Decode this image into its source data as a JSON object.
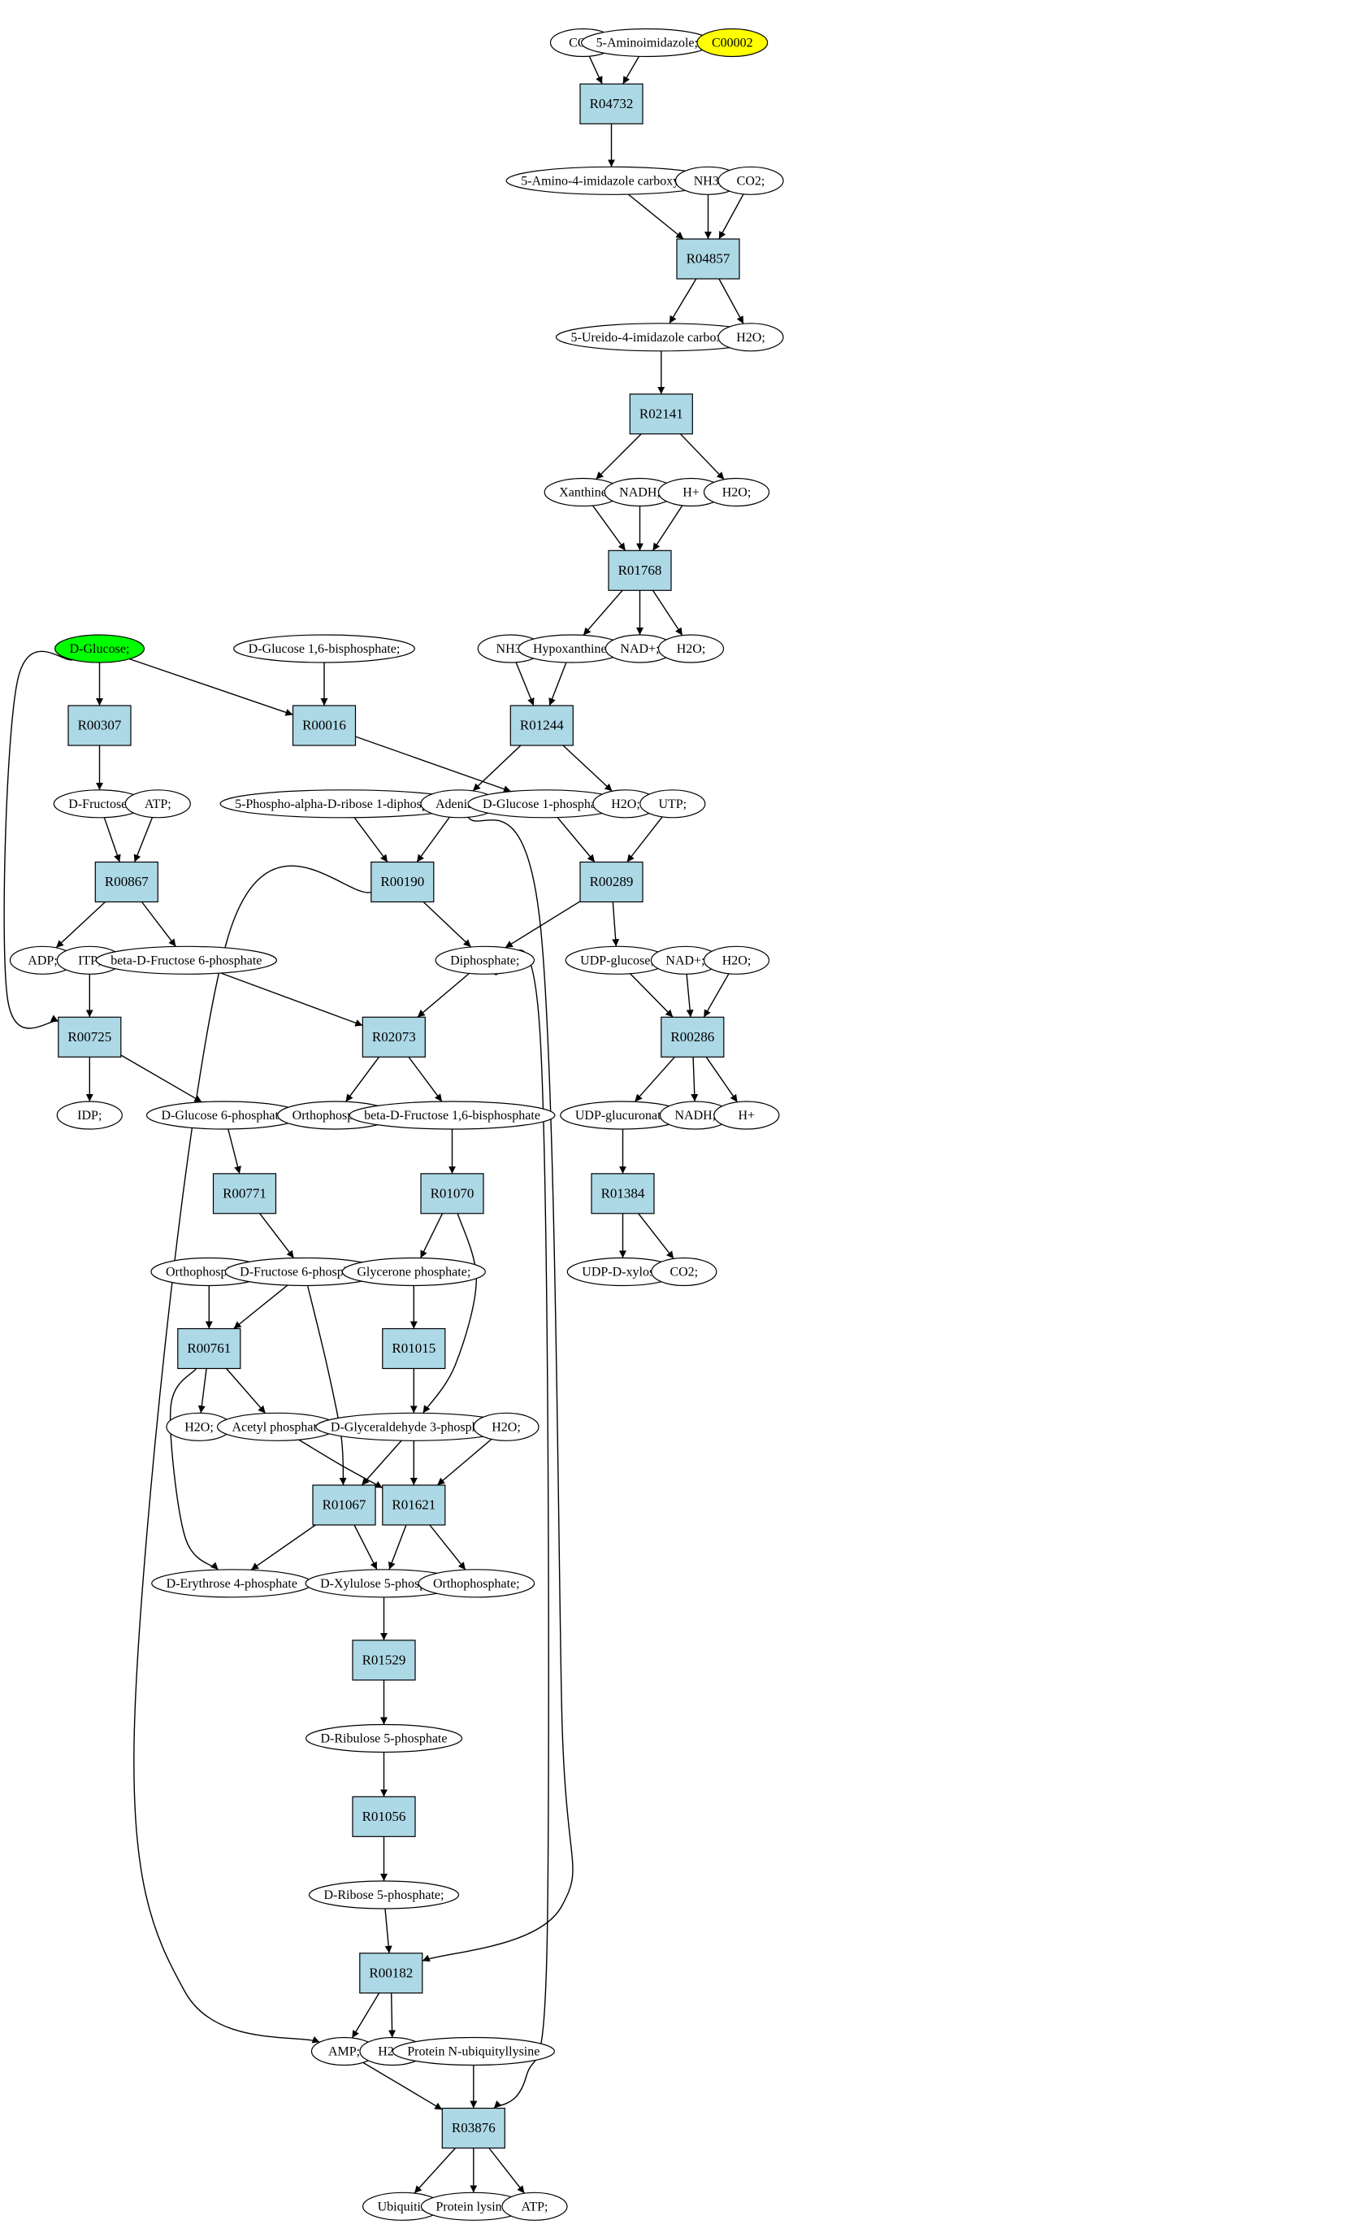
{
  "colors": {
    "reaction_fill": "#add8e6",
    "compound_fill": "#ffffff",
    "start_compound_fill": "#00ff00",
    "target_compound_fill": "#ffff00",
    "stroke": "#000000"
  },
  "nodes": [
    {
      "id": "CO2_a",
      "kind": "compound",
      "label": "CO2;"
    },
    {
      "id": "AIZ",
      "kind": "compound",
      "label": "5-Aminoimidazole;"
    },
    {
      "id": "C00002",
      "kind": "target",
      "label": "C00002"
    },
    {
      "id": "R04732",
      "kind": "reaction",
      "label": "R04732"
    },
    {
      "id": "AICx",
      "kind": "compound",
      "label": "5-Amino-4-imidazole carboxylate;"
    },
    {
      "id": "NH3_a",
      "kind": "compound",
      "label": "NH3;"
    },
    {
      "id": "CO2_b",
      "kind": "compound",
      "label": "CO2;"
    },
    {
      "id": "R04857",
      "kind": "reaction",
      "label": "R04857"
    },
    {
      "id": "UIC",
      "kind": "compound",
      "label": "5-Ureido-4-imidazole carboxylate;"
    },
    {
      "id": "H2O_a",
      "kind": "compound",
      "label": "H2O;"
    },
    {
      "id": "R02141",
      "kind": "reaction",
      "label": "R02141"
    },
    {
      "id": "Xan",
      "kind": "compound",
      "label": "Xanthine"
    },
    {
      "id": "NADH_a",
      "kind": "compound",
      "label": "NADH;"
    },
    {
      "id": "Hp_a",
      "kind": "compound",
      "label": "H+"
    },
    {
      "id": "H2O_b",
      "kind": "compound",
      "label": "H2O;"
    },
    {
      "id": "R01768",
      "kind": "reaction",
      "label": "R01768"
    },
    {
      "id": "DGlc",
      "kind": "start",
      "label": "D-Glucose;"
    },
    {
      "id": "G16BP",
      "kind": "compound",
      "label": "D-Glucose 1,6-bisphosphate;"
    },
    {
      "id": "NH3_b",
      "kind": "compound",
      "label": "NH3;"
    },
    {
      "id": "Hyp",
      "kind": "compound",
      "label": "Hypoxanthine;"
    },
    {
      "id": "NADp_a",
      "kind": "compound",
      "label": "NAD+;"
    },
    {
      "id": "H2O_c",
      "kind": "compound",
      "label": "H2O;"
    },
    {
      "id": "R00307",
      "kind": "reaction",
      "label": "R00307"
    },
    {
      "id": "R00016",
      "kind": "reaction",
      "label": "R00016"
    },
    {
      "id": "R01244",
      "kind": "reaction",
      "label": "R01244"
    },
    {
      "id": "DFru",
      "kind": "compound",
      "label": "D-Fructose;"
    },
    {
      "id": "ATP_a",
      "kind": "compound",
      "label": "ATP;"
    },
    {
      "id": "PRPP",
      "kind": "compound",
      "label": "5-Phospho-alpha-D-ribose 1-diphosphate;"
    },
    {
      "id": "Ade",
      "kind": "compound",
      "label": "Adenine;"
    },
    {
      "id": "G1P",
      "kind": "compound",
      "label": "D-Glucose 1-phosphate;"
    },
    {
      "id": "H2O_d",
      "kind": "compound",
      "label": "H2O;"
    },
    {
      "id": "UTP",
      "kind": "compound",
      "label": "UTP;"
    },
    {
      "id": "R00867",
      "kind": "reaction",
      "label": "R00867"
    },
    {
      "id": "R00190",
      "kind": "reaction",
      "label": "R00190"
    },
    {
      "id": "R00289",
      "kind": "reaction",
      "label": "R00289"
    },
    {
      "id": "ADP",
      "kind": "compound",
      "label": "ADP;"
    },
    {
      "id": "ITP",
      "kind": "compound",
      "label": "ITP;"
    },
    {
      "id": "bF6P",
      "kind": "compound",
      "label": "beta-D-Fructose 6-phosphate"
    },
    {
      "id": "PPi",
      "kind": "compound",
      "label": "Diphosphate;"
    },
    {
      "id": "UDPG",
      "kind": "compound",
      "label": "UDP-glucose;"
    },
    {
      "id": "NADp_b",
      "kind": "compound",
      "label": "NAD+;"
    },
    {
      "id": "H2O_e",
      "kind": "compound",
      "label": "H2O;"
    },
    {
      "id": "R00725",
      "kind": "reaction",
      "label": "R00725"
    },
    {
      "id": "R02073",
      "kind": "reaction",
      "label": "R02073"
    },
    {
      "id": "R00286",
      "kind": "reaction",
      "label": "R00286"
    },
    {
      "id": "IDP",
      "kind": "compound",
      "label": "IDP;"
    },
    {
      "id": "G6P",
      "kind": "compound",
      "label": "D-Glucose 6-phosphate;"
    },
    {
      "id": "Pi_a",
      "kind": "compound",
      "label": "Orthophosphate;"
    },
    {
      "id": "bFBP",
      "kind": "compound",
      "label": "beta-D-Fructose 1,6-bisphosphate"
    },
    {
      "id": "UDPGA",
      "kind": "compound",
      "label": "UDP-glucuronate;"
    },
    {
      "id": "NADH_b",
      "kind": "compound",
      "label": "NADH;"
    },
    {
      "id": "Hp_b",
      "kind": "compound",
      "label": "H+"
    },
    {
      "id": "R00771",
      "kind": "reaction",
      "label": "R00771"
    },
    {
      "id": "R01070",
      "kind": "reaction",
      "label": "R01070"
    },
    {
      "id": "R01384",
      "kind": "reaction",
      "label": "R01384"
    },
    {
      "id": "Pi_b",
      "kind": "compound",
      "label": "Orthophosphate;"
    },
    {
      "id": "F6P",
      "kind": "compound",
      "label": "D-Fructose 6-phosphate;"
    },
    {
      "id": "DHAP",
      "kind": "compound",
      "label": "Glycerone phosphate;"
    },
    {
      "id": "UDPX",
      "kind": "compound",
      "label": "UDP-D-xylose;"
    },
    {
      "id": "CO2_c",
      "kind": "compound",
      "label": "CO2;"
    },
    {
      "id": "R00761",
      "kind": "reaction",
      "label": "R00761"
    },
    {
      "id": "R01015",
      "kind": "reaction",
      "label": "R01015"
    },
    {
      "id": "H2O_f",
      "kind": "compound",
      "label": "H2O;"
    },
    {
      "id": "AcP",
      "kind": "compound",
      "label": "Acetyl phosphate"
    },
    {
      "id": "GAP",
      "kind": "compound",
      "label": "D-Glyceraldehyde 3-phosphate;"
    },
    {
      "id": "H2O_g",
      "kind": "compound",
      "label": "H2O;"
    },
    {
      "id": "R01067",
      "kind": "reaction",
      "label": "R01067"
    },
    {
      "id": "R01621",
      "kind": "reaction",
      "label": "R01621"
    },
    {
      "id": "E4P",
      "kind": "compound",
      "label": "D-Erythrose 4-phosphate"
    },
    {
      "id": "X5P",
      "kind": "compound",
      "label": "D-Xylulose 5-phosphate"
    },
    {
      "id": "Pi_c",
      "kind": "compound",
      "label": "Orthophosphate;"
    },
    {
      "id": "R01529",
      "kind": "reaction",
      "label": "R01529"
    },
    {
      "id": "Ru5P",
      "kind": "compound",
      "label": "D-Ribulose 5-phosphate"
    },
    {
      "id": "R01056",
      "kind": "reaction",
      "label": "R01056"
    },
    {
      "id": "R5P",
      "kind": "compound",
      "label": "D-Ribose 5-phosphate;"
    },
    {
      "id": "R00182",
      "kind": "reaction",
      "label": "R00182"
    },
    {
      "id": "AMP",
      "kind": "compound",
      "label": "AMP;"
    },
    {
      "id": "H2O_h",
      "kind": "compound",
      "label": "H2O;"
    },
    {
      "id": "PNUL",
      "kind": "compound",
      "label": "Protein N-ubiquityllysine"
    },
    {
      "id": "R03876",
      "kind": "reaction",
      "label": "R03876"
    },
    {
      "id": "Ubq",
      "kind": "compound",
      "label": "Ubiquitin"
    },
    {
      "id": "PLys",
      "kind": "compound",
      "label": "Protein lysine;"
    },
    {
      "id": "ATP_b",
      "kind": "compound",
      "label": "ATP;"
    }
  ],
  "edges": [
    [
      "CO2_a",
      "R04732"
    ],
    [
      "AIZ",
      "R04732"
    ],
    [
      "R04732",
      "AICx"
    ],
    [
      "AICx",
      "R04857"
    ],
    [
      "NH3_a",
      "R04857"
    ],
    [
      "CO2_b",
      "R04857"
    ],
    [
      "R04857",
      "UIC"
    ],
    [
      "R04857",
      "H2O_a"
    ],
    [
      "UIC",
      "R02141"
    ],
    [
      "R02141",
      "Xan"
    ],
    [
      "R02141",
      "H2O_b"
    ],
    [
      "Xan",
      "R01768"
    ],
    [
      "NADH_a",
      "R01768"
    ],
    [
      "Hp_a",
      "R01768"
    ],
    [
      "R01768",
      "Hyp"
    ],
    [
      "R01768",
      "NADp_a"
    ],
    [
      "R01768",
      "H2O_c"
    ],
    [
      "NH3_b",
      "R01244"
    ],
    [
      "Hyp",
      "R01244"
    ],
    [
      "R01244",
      "Ade"
    ],
    [
      "R01244",
      "H2O_d"
    ],
    [
      "DGlc",
      "R00307"
    ],
    [
      "DGlc",
      "R00016"
    ],
    [
      "DGlc",
      "R00725"
    ],
    [
      "R00307",
      "DFru"
    ],
    [
      "G16BP",
      "R00016"
    ],
    [
      "R00016",
      "G1P"
    ],
    [
      "DFru",
      "R00867"
    ],
    [
      "ATP_a",
      "R00867"
    ],
    [
      "R00867",
      "ADP"
    ],
    [
      "R00867",
      "bF6P"
    ],
    [
      "PRPP",
      "R00190"
    ],
    [
      "Ade",
      "R00190"
    ],
    [
      "Ade",
      "R00182"
    ],
    [
      "R00190",
      "PPi"
    ],
    [
      "R00190",
      "AMP"
    ],
    [
      "G1P",
      "R00289"
    ],
    [
      "UTP",
      "R00289"
    ],
    [
      "R00289",
      "PPi"
    ],
    [
      "R00289",
      "UDPG"
    ],
    [
      "UDPG",
      "R00286"
    ],
    [
      "NADp_b",
      "R00286"
    ],
    [
      "H2O_e",
      "R00286"
    ],
    [
      "R00286",
      "UDPGA"
    ],
    [
      "R00286",
      "NADH_b"
    ],
    [
      "R00286",
      "Hp_b"
    ],
    [
      "UDPGA",
      "R01384"
    ],
    [
      "R01384",
      "UDPX"
    ],
    [
      "R01384",
      "CO2_c"
    ],
    [
      "ITP",
      "R00725"
    ],
    [
      "R00725",
      "IDP"
    ],
    [
      "R00725",
      "G6P"
    ],
    [
      "bF6P",
      "R02073"
    ],
    [
      "PPi",
      "R02073"
    ],
    [
      "PPi",
      "R03876"
    ],
    [
      "R02073",
      "Pi_a"
    ],
    [
      "R02073",
      "bFBP"
    ],
    [
      "G6P",
      "R00771"
    ],
    [
      "R00771",
      "F6P"
    ],
    [
      "bFBP",
      "R01070"
    ],
    [
      "R01070",
      "DHAP"
    ],
    [
      "R01070",
      "GAP"
    ],
    [
      "DHAP",
      "R01015"
    ],
    [
      "R01015",
      "GAP"
    ],
    [
      "Pi_b",
      "R00761"
    ],
    [
      "F6P",
      "R00761"
    ],
    [
      "F6P",
      "R01067"
    ],
    [
      "R00761",
      "H2O_f"
    ],
    [
      "R00761",
      "AcP"
    ],
    [
      "R00761",
      "E4P"
    ],
    [
      "AcP",
      "R01621"
    ],
    [
      "GAP",
      "R01621"
    ],
    [
      "GAP",
      "R01067"
    ],
    [
      "H2O_g",
      "R01621"
    ],
    [
      "R01067",
      "E4P"
    ],
    [
      "R01067",
      "X5P"
    ],
    [
      "R01621",
      "X5P"
    ],
    [
      "R01621",
      "Pi_c"
    ],
    [
      "X5P",
      "R01529"
    ],
    [
      "R01529",
      "Ru5P"
    ],
    [
      "Ru5P",
      "R01056"
    ],
    [
      "R01056",
      "R5P"
    ],
    [
      "R5P",
      "R00182"
    ],
    [
      "R00182",
      "AMP"
    ],
    [
      "R00182",
      "H2O_h"
    ],
    [
      "AMP",
      "R03876"
    ],
    [
      "PNUL",
      "R03876"
    ],
    [
      "R03876",
      "Ubq"
    ],
    [
      "R03876",
      "PLys"
    ],
    [
      "R03876",
      "ATP_b"
    ]
  ]
}
